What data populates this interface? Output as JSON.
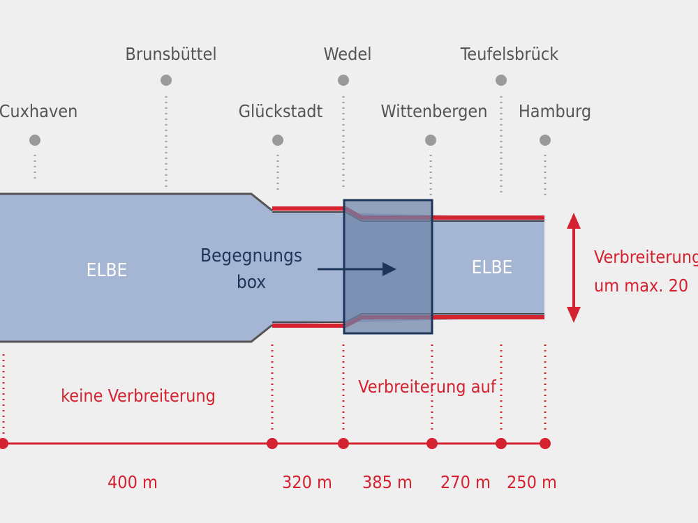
{
  "towns": [
    {
      "id": "cuxhaven",
      "name": "Cuxhaven"
    },
    {
      "id": "brunsbuettel",
      "name": "Brunsbüttel"
    },
    {
      "id": "glueckstadt",
      "name": "Glückstadt"
    },
    {
      "id": "wedel",
      "name": "Wedel"
    },
    {
      "id": "wittenbergen",
      "name": "Wittenbergen"
    },
    {
      "id": "teufelsbrueck",
      "name": "Teufelsbrück"
    },
    {
      "id": "hamburg",
      "name": "Hamburg"
    }
  ],
  "river": {
    "label_left": "ELBE",
    "label_right": "ELBE"
  },
  "meeting_box": {
    "line1": "Begegnungs",
    "line2": "box"
  },
  "widening_note": {
    "line1": "Verbreiterung",
    "line2": "um max. 20"
  },
  "sections": {
    "no_widening": "keine Verbreiterung",
    "widening_to": "Verbreiterung auf"
  },
  "widths": [
    "400 m",
    "320 m",
    "385 m",
    "270 m",
    "250 m"
  ],
  "colors": {
    "background": "#efefef",
    "river": "#a5b6d4",
    "meeting_box": "#6d82a8",
    "meeting_box_border": "#1d3558",
    "widening_red": "#d42230",
    "town_text": "#555555",
    "marker_grey": "#9a9a9a"
  }
}
